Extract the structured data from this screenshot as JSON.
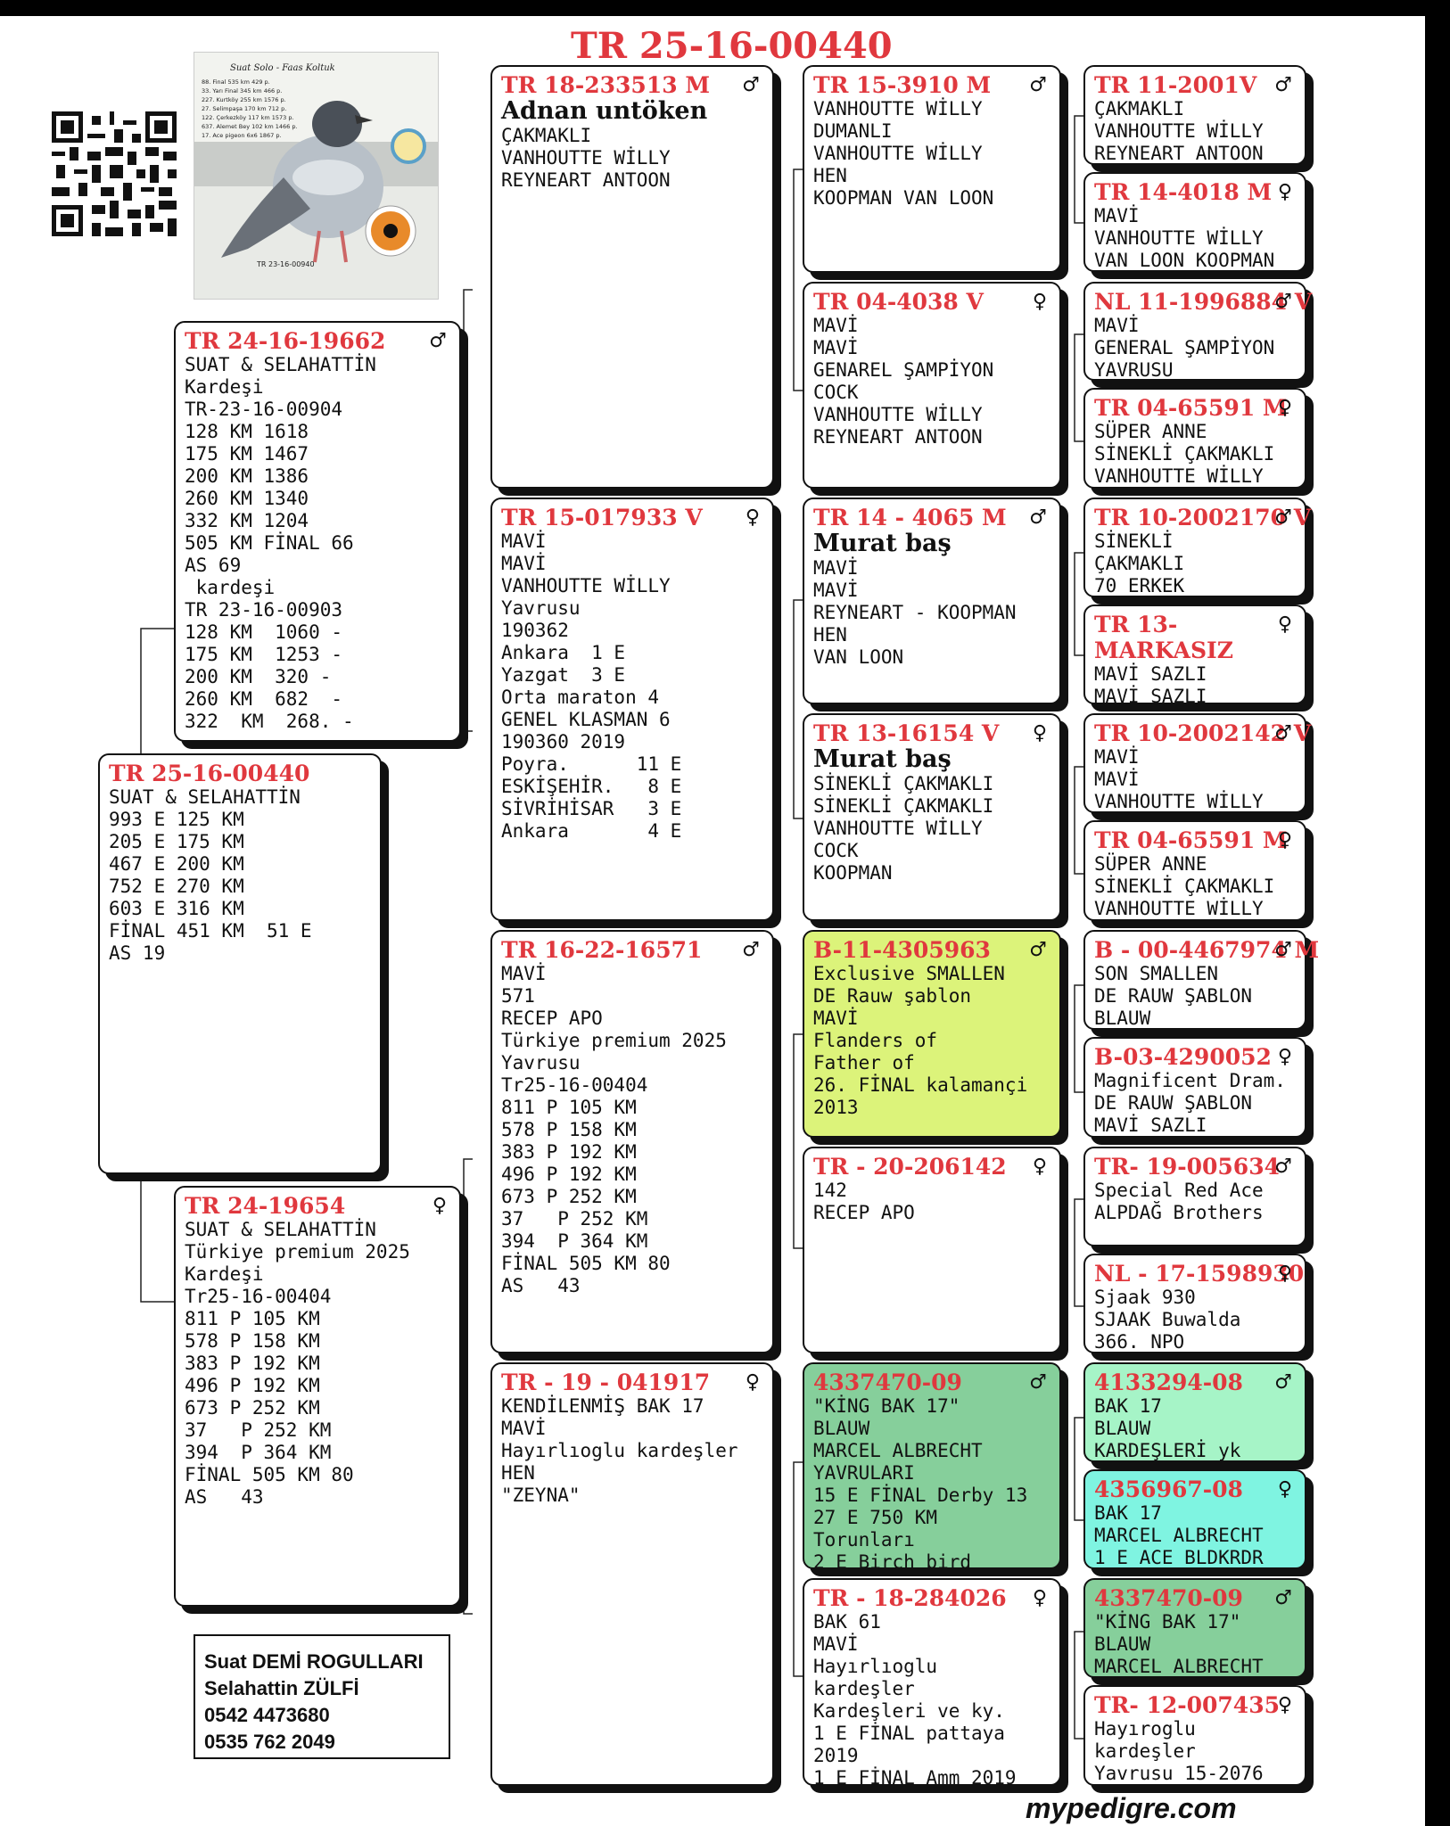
{
  "title": "TR 25-16-00440",
  "footer": "mypedigre.com",
  "colors": {
    "accent": "#e0383e",
    "lime": "#dcf37a",
    "green": "#86cf9b",
    "mint": "#a6f4c7",
    "cyan": "#7ff4e1"
  },
  "photo": {
    "header": "Suat Solo - Faas Koltuk",
    "rows": [
      "88. Final 535 km 429 p.",
      "33. Yarı Final 345 km 466 p.",
      "227. Kurtköy 255 km 1576 p.",
      "27. Selimpaşa 170 km 712 p.",
      "122. Çerkezköy 117 km 1573 p.",
      "637. Alemet Bey 102 km 1466 p.",
      "17. Ace pigeon 6x6 1867 p."
    ],
    "caption": "TR 23-16-00940"
  },
  "contact": [
    "Suat DEMİ ROGULLARI",
    "Selahattin ZÜLFİ",
    "0542 4473680",
    "0535 762 2049"
  ],
  "cards": {
    "main": {
      "rid": "TR 25-16-00440",
      "sym": "",
      "name": "",
      "lines": [
        "SUAT & SELAHATTİN",
        "993 E 125 KM",
        "205 E 175 KM",
        "467 E 200 KM",
        "752 E 270 KM",
        "603 E 316 KM",
        "FİNAL 451 KM  51 E",
        "AS 19"
      ]
    },
    "sire": {
      "rid": "TR 24-16-19662",
      "sym": "♂",
      "name": "",
      "lines": [
        "SUAT & SELAHATTİN",
        "Kardeşi",
        "TR-23-16-00904",
        "128 KM 1618",
        "175 KM 1467",
        "200 KM 1386",
        "260 KM 1340",
        "332 KM 1204",
        "505 KM FİNAL 66",
        "AS 69",
        " kardeşi",
        "TR 23-16-00903",
        "128 KM  1060 -",
        "175 KM  1253 -",
        "200 KM  320 -",
        "260 KM  682  -",
        "322  KM  268. -"
      ]
    },
    "dam": {
      "rid": "TR 24-19654",
      "sym": "♀",
      "name": "",
      "lines": [
        "SUAT & SELAHATTİN",
        "Türkiye premium 2025",
        "Kardeşi",
        "Tr25-16-00404",
        "811 P 105 KM",
        "578 P 158 KM",
        "383 P 192 KM",
        "496 P 192 KM",
        "673 P 252 KM",
        "37   P 252 KM",
        "394  P 364 KM",
        "FİNAL 505 KM 80",
        "AS   43"
      ]
    },
    "ss": {
      "rid": "TR 18-233513 M",
      "sym": "♂",
      "name": "Adnan untöken",
      "lines": [
        "ÇAKMAKLI",
        "VANHOUTTE WİLLY",
        "REYNEART ANTOON"
      ]
    },
    "sd": {
      "rid": "TR 15-017933 V",
      "sym": "♀",
      "name": "",
      "lines": [
        "MAVİ",
        "MAVİ",
        "VANHOUTTE WİLLY",
        "Yavrusu",
        "190362",
        "Ankara  1 E",
        "Yazgat  3 E",
        "Orta maraton 4",
        "GENEL KLASMAN 6",
        "190360 2019",
        "Poyra.      11 E",
        "ESKİŞEHİR.   8 E",
        "SİVRİHİSAR   3 E",
        "Ankara       4 E"
      ]
    },
    "ds": {
      "rid": "TR 16-22-16571",
      "sym": "♂",
      "name": "",
      "lines": [
        "MAVİ",
        "571",
        "RECEP APO",
        "Türkiye premium 2025",
        "Yavrusu",
        "Tr25-16-00404",
        "811 P 105 KM",
        "578 P 158 KM",
        "383 P 192 KM",
        "496 P 192 KM",
        "673 P 252 KM",
        "37   P 252 KM",
        "394  P 364 KM",
        "FİNAL 505 KM 80",
        "AS   43"
      ]
    },
    "dd": {
      "rid": "TR - 19 - 041917",
      "sym": "♀",
      "name": "",
      "lines": [
        "KENDİLENMİŞ BAK 17",
        "MAVİ",
        "Hayırlıoglu kardeşler",
        "HEN",
        "\"ZEYNA\""
      ]
    },
    "sss": {
      "rid": "TR 15-3910 M",
      "sym": "♂",
      "name": "",
      "lines": [
        "VANHOUTTE WİLLY",
        "DUMANLI",
        "VANHOUTTE WİLLY",
        "HEN",
        "KOOPMAN VAN LOON"
      ]
    },
    "ssd": {
      "rid": "TR 04-4038 V",
      "sym": "♀",
      "name": "",
      "lines": [
        "MAVİ",
        "MAVİ",
        "GENAREL ŞAMPİYON",
        "COCK",
        "VANHOUTTE WİLLY",
        "REYNEART ANTOON"
      ]
    },
    "sds": {
      "rid": "TR 14 - 4065 M",
      "sym": "♂",
      "name": "Murat baş",
      "lines": [
        "MAVİ",
        "MAVİ",
        "REYNEART - KOOPMAN",
        "HEN",
        "VAN LOON"
      ]
    },
    "sdd": {
      "rid": "TR 13-16154 V",
      "sym": "♀",
      "name": "Murat baş",
      "lines": [
        "SİNEKLİ ÇAKMAKLI",
        "SİNEKLİ ÇAKMAKLI",
        "VANHOUTTE WİLLY",
        "COCK",
        "KOOPMAN"
      ]
    },
    "dss": {
      "rid": "B-11-4305963",
      "sym": "♂",
      "name": "",
      "lines": [
        "Exclusive SMALLEN",
        "DE Rauw şablon",
        "MAVİ",
        "Flanders of",
        "Father of",
        "26. FİNAL kalamançi",
        "2013"
      ]
    },
    "dsd": {
      "rid": "TR - 20-206142",
      "sym": "♀",
      "name": "",
      "lines": [
        "142",
        "RECEP APO"
      ]
    },
    "dds": {
      "rid": "4337470-09",
      "sym": "♂",
      "name": "",
      "lines": [
        "\"KİNG BAK 17\"",
        "BLAUW",
        "MARCEL ALBRECHT",
        "YAVRULARI",
        "15 E FİNAL Derby 13",
        "27 E 750 KM",
        "Torunları",
        "2 E Birch bird"
      ]
    },
    "ddd": {
      "rid": "TR - 18-284026",
      "sym": "♀",
      "name": "",
      "lines": [
        "BAK 61",
        "MAVİ",
        "Hayırlıoglu",
        "kardeşler",
        "Kardeşleri ve ky.",
        "1 E FİNAL pattaya",
        "2019",
        "1 E FİNAL Amm 2019"
      ]
    },
    "g1": {
      "rid": "TR 11-2001V",
      "sym": "♂",
      "name": "",
      "lines": [
        "ÇAKMAKLI",
        "VANHOUTTE WİLLY",
        "REYNEART ANTOON"
      ]
    },
    "g2": {
      "rid": "TR 14-4018 M",
      "sym": "♀",
      "name": "",
      "lines": [
        "MAVİ",
        "VANHOUTTE WİLLY",
        "VAN LOON KOOPMAN"
      ]
    },
    "g3": {
      "rid": "NL 11-1996884 V",
      "sym": "♂",
      "name": "",
      "lines": [
        "MAVİ",
        "GENERAL ŞAMPİYON",
        "YAVRUSU"
      ]
    },
    "g4": {
      "rid": "TR 04-65591 M",
      "sym": "♀",
      "name": "",
      "lines": [
        "SÜPER ANNE",
        "SİNEKLİ ÇAKMAKLI",
        "VANHOUTTE WİLLY"
      ]
    },
    "g5": {
      "rid": "TR 10-2002170 V",
      "sym": "♂",
      "name": "",
      "lines": [
        "SİNEKLİ",
        "ÇAKMAKLI",
        "70 ERKEK"
      ]
    },
    "g6": {
      "rid": "TR 13-",
      "sym": "♀",
      "name": "",
      "lines": [
        "MAVİ SAZLI",
        "MAVİ SAZLI"
      ],
      "rid2": "MARKASIZ"
    },
    "g7": {
      "rid": "TR 10-2002142 V",
      "sym": "♂",
      "name": "",
      "lines": [
        "MAVİ",
        "MAVİ",
        "VANHOUTTE WİLLY"
      ]
    },
    "g8": {
      "rid": "TR 04-65591 M",
      "sym": "♀",
      "name": "",
      "lines": [
        "SÜPER ANNE",
        "SİNEKLİ ÇAKMAKLI",
        "VANHOUTTE WİLLY"
      ]
    },
    "g9": {
      "rid": "B - 00-4467974 M",
      "sym": "♂",
      "name": "",
      "lines": [
        "SON SMALLEN",
        "DE RAUW ŞABLON",
        "BLAUW"
      ]
    },
    "g10": {
      "rid": "B-03-4290052",
      "sym": "♀",
      "name": "",
      "lines": [
        "Magnificent Dram.",
        "DE RAUW ŞABLON",
        "MAVİ SAZLI"
      ]
    },
    "g11": {
      "rid": "TR- 19-005634",
      "sym": "♂",
      "name": "",
      "lines": [
        "Special Red Ace",
        "ALPDAĞ Brothers"
      ]
    },
    "g12": {
      "rid": "NL - 17-1598930",
      "sym": "♀",
      "name": "",
      "lines": [
        "Sjaak 930",
        "SJAAK Buwalda",
        "366. NPO"
      ]
    },
    "g13": {
      "rid": "4133294-08",
      "sym": "♂",
      "name": "",
      "lines": [
        "BAK 17",
        "BLAUW",
        "KARDEŞLERİ yk"
      ]
    },
    "g14": {
      "rid": "4356967-08",
      "sym": "♀",
      "name": "",
      "lines": [
        "BAK 17",
        "MARCEL ALBRECHT",
        "1 E ACE BLDKRDR"
      ]
    },
    "g15": {
      "rid": "4337470-09",
      "sym": "♂",
      "name": "",
      "lines": [
        "\"KİNG BAK 17\"",
        "BLAUW",
        "MARCEL ALBRECHT"
      ]
    },
    "g16": {
      "rid": "TR- 12-007435",
      "sym": "♀",
      "name": "",
      "lines": [
        "Hayıroglu",
        "kardeşler",
        "Yavrusu 15-2076"
      ]
    }
  }
}
